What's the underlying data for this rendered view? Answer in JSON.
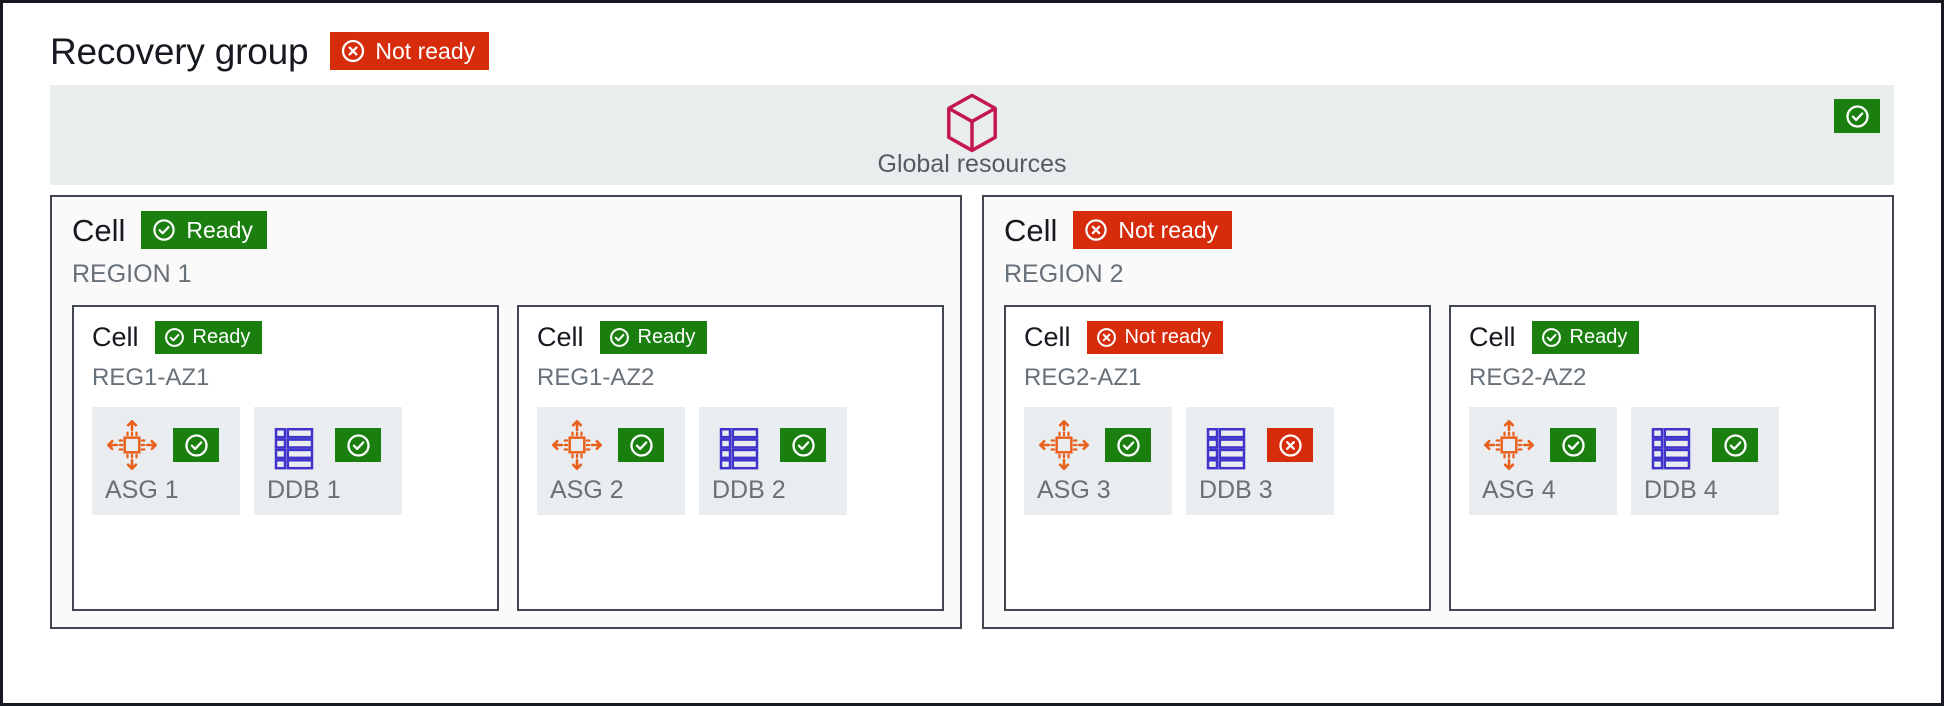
{
  "header": {
    "title": "Recovery group",
    "status": {
      "label": "Not ready",
      "state": "not-ready",
      "icon": "x-circle-icon"
    }
  },
  "global_resources": {
    "label": "Global resources",
    "icon": "cube-icon",
    "status": {
      "label": "Ready",
      "state": "ready",
      "icon": "check-circle-icon"
    }
  },
  "colors": {
    "ready_green": "#1a7f0e",
    "not_ready_red": "#d62c0c",
    "cube_crimson": "#c3184e",
    "asg_orange": "#e8601c",
    "ddb_indigo": "#3f33cc",
    "text_dark": "#16191f",
    "text_gray": "#687078",
    "band_gray": "#eaeded",
    "tile_gray": "#e9edef",
    "border_dark": "#414750"
  },
  "cell_word": "Cell",
  "regions": [
    {
      "name": "REGION 1",
      "status": {
        "label": "Ready",
        "state": "ready",
        "icon": "check-circle-icon"
      },
      "cells": [
        {
          "name": "REG1-AZ1",
          "status": {
            "label": "Ready",
            "state": "ready",
            "icon": "check-circle-icon"
          },
          "resources": [
            {
              "label": "ASG 1",
              "icon": "autoscaling-icon",
              "status": {
                "state": "ready",
                "icon": "check-circle-icon"
              }
            },
            {
              "label": "DDB 1",
              "icon": "dynamodb-icon",
              "status": {
                "state": "ready",
                "icon": "check-circle-icon"
              }
            }
          ]
        },
        {
          "name": "REG1-AZ2",
          "status": {
            "label": "Ready",
            "state": "ready",
            "icon": "check-circle-icon"
          },
          "resources": [
            {
              "label": "ASG 2",
              "icon": "autoscaling-icon",
              "status": {
                "state": "ready",
                "icon": "check-circle-icon"
              }
            },
            {
              "label": "DDB 2",
              "icon": "dynamodb-icon",
              "status": {
                "state": "ready",
                "icon": "check-circle-icon"
              }
            }
          ]
        }
      ]
    },
    {
      "name": "REGION 2",
      "status": {
        "label": "Not ready",
        "state": "not-ready",
        "icon": "x-circle-icon"
      },
      "cells": [
        {
          "name": "REG2-AZ1",
          "status": {
            "label": "Not ready",
            "state": "not-ready",
            "icon": "x-circle-icon"
          },
          "resources": [
            {
              "label": "ASG 3",
              "icon": "autoscaling-icon",
              "status": {
                "state": "ready",
                "icon": "check-circle-icon"
              }
            },
            {
              "label": "DDB 3",
              "icon": "dynamodb-icon",
              "status": {
                "state": "not-ready",
                "icon": "x-circle-icon"
              }
            }
          ]
        },
        {
          "name": "REG2-AZ2",
          "status": {
            "label": "Ready",
            "state": "ready",
            "icon": "check-circle-icon"
          },
          "resources": [
            {
              "label": "ASG 4",
              "icon": "autoscaling-icon",
              "status": {
                "state": "ready",
                "icon": "check-circle-icon"
              }
            },
            {
              "label": "DDB 4",
              "icon": "dynamodb-icon",
              "status": {
                "state": "ready",
                "icon": "check-circle-icon"
              }
            }
          ]
        }
      ]
    }
  ]
}
